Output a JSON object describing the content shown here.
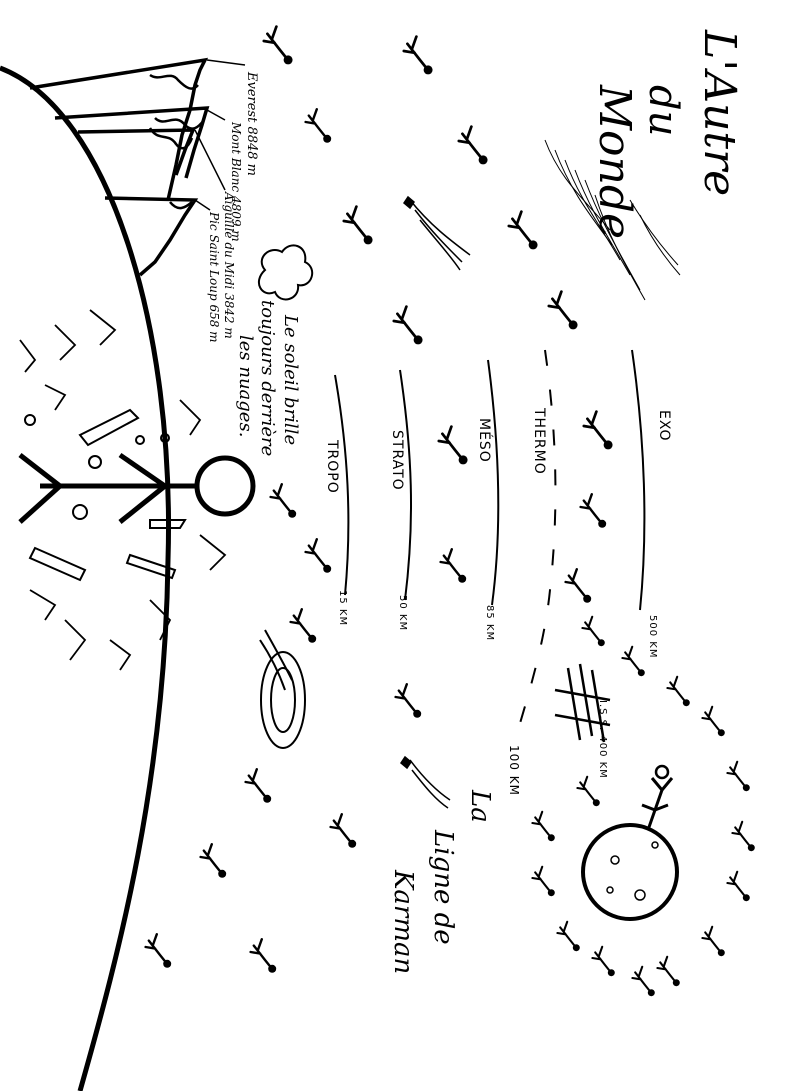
{
  "title": {
    "line1": "L'Autre",
    "line2": "Monde",
    "connector": "du"
  },
  "mountains": {
    "everest": "Everest 8848 m",
    "mont_blanc": "Mont Blanc 4809 m",
    "aiguille": "Aiguille du Midi 3842 m",
    "pic": "Pic Saint Loup 658 m"
  },
  "sun_caption": {
    "line1": "Le soleil brille",
    "line2": "toujours derrière",
    "line3": "les nuages."
  },
  "layers": {
    "tropo": "TROPO",
    "strato": "STRATO",
    "meso": "MÉSO",
    "thermo": "THERMO",
    "exo": "EXO"
  },
  "altitudes": {
    "tropo": "15 KM",
    "strato": "50 KM",
    "meso": "85 KM",
    "karman": "100 KM",
    "iss": "I.S.S. 400 KM",
    "exo": "500 KM"
  },
  "karman_caption": {
    "line1": "La",
    "line2": "Ligne de",
    "line3": "Karman"
  }
}
